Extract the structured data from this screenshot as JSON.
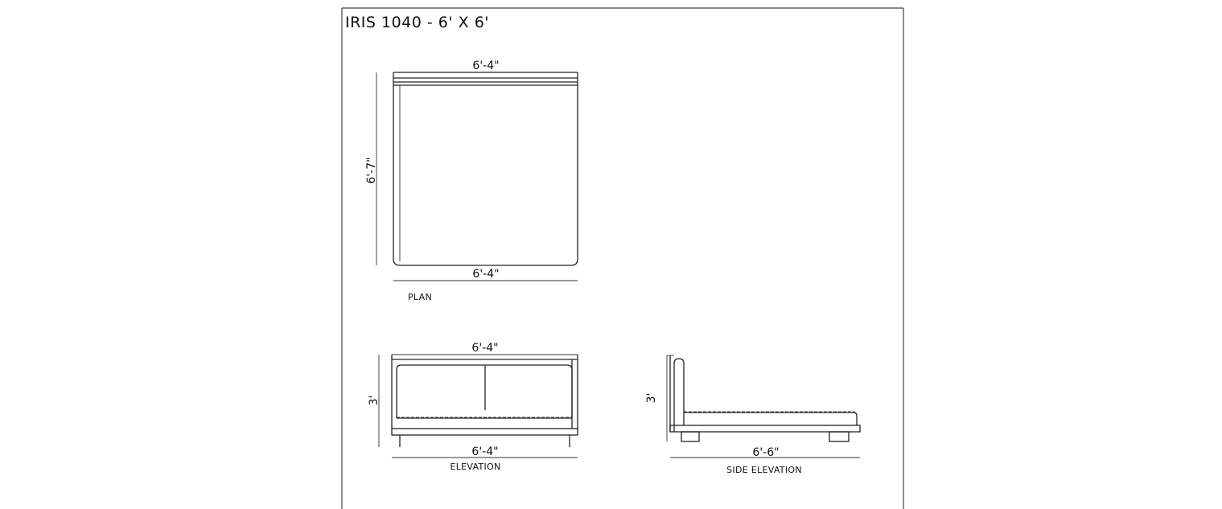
{
  "drawing": {
    "title": "IRIS 1040 - 6' X 6'",
    "plan": {
      "caption": "PLAN",
      "width_top": "6'-4\"",
      "width_bottom": "6'-4\"",
      "length": "6'-7\""
    },
    "elevation": {
      "caption": "ELEVATION",
      "width_top": "6'-4\"",
      "width_bottom": "6'-4\"",
      "height": "3'"
    },
    "side_elevation": {
      "caption": "SIDE ELEVATION",
      "length": "6'-6\"",
      "height": "3'"
    }
  }
}
